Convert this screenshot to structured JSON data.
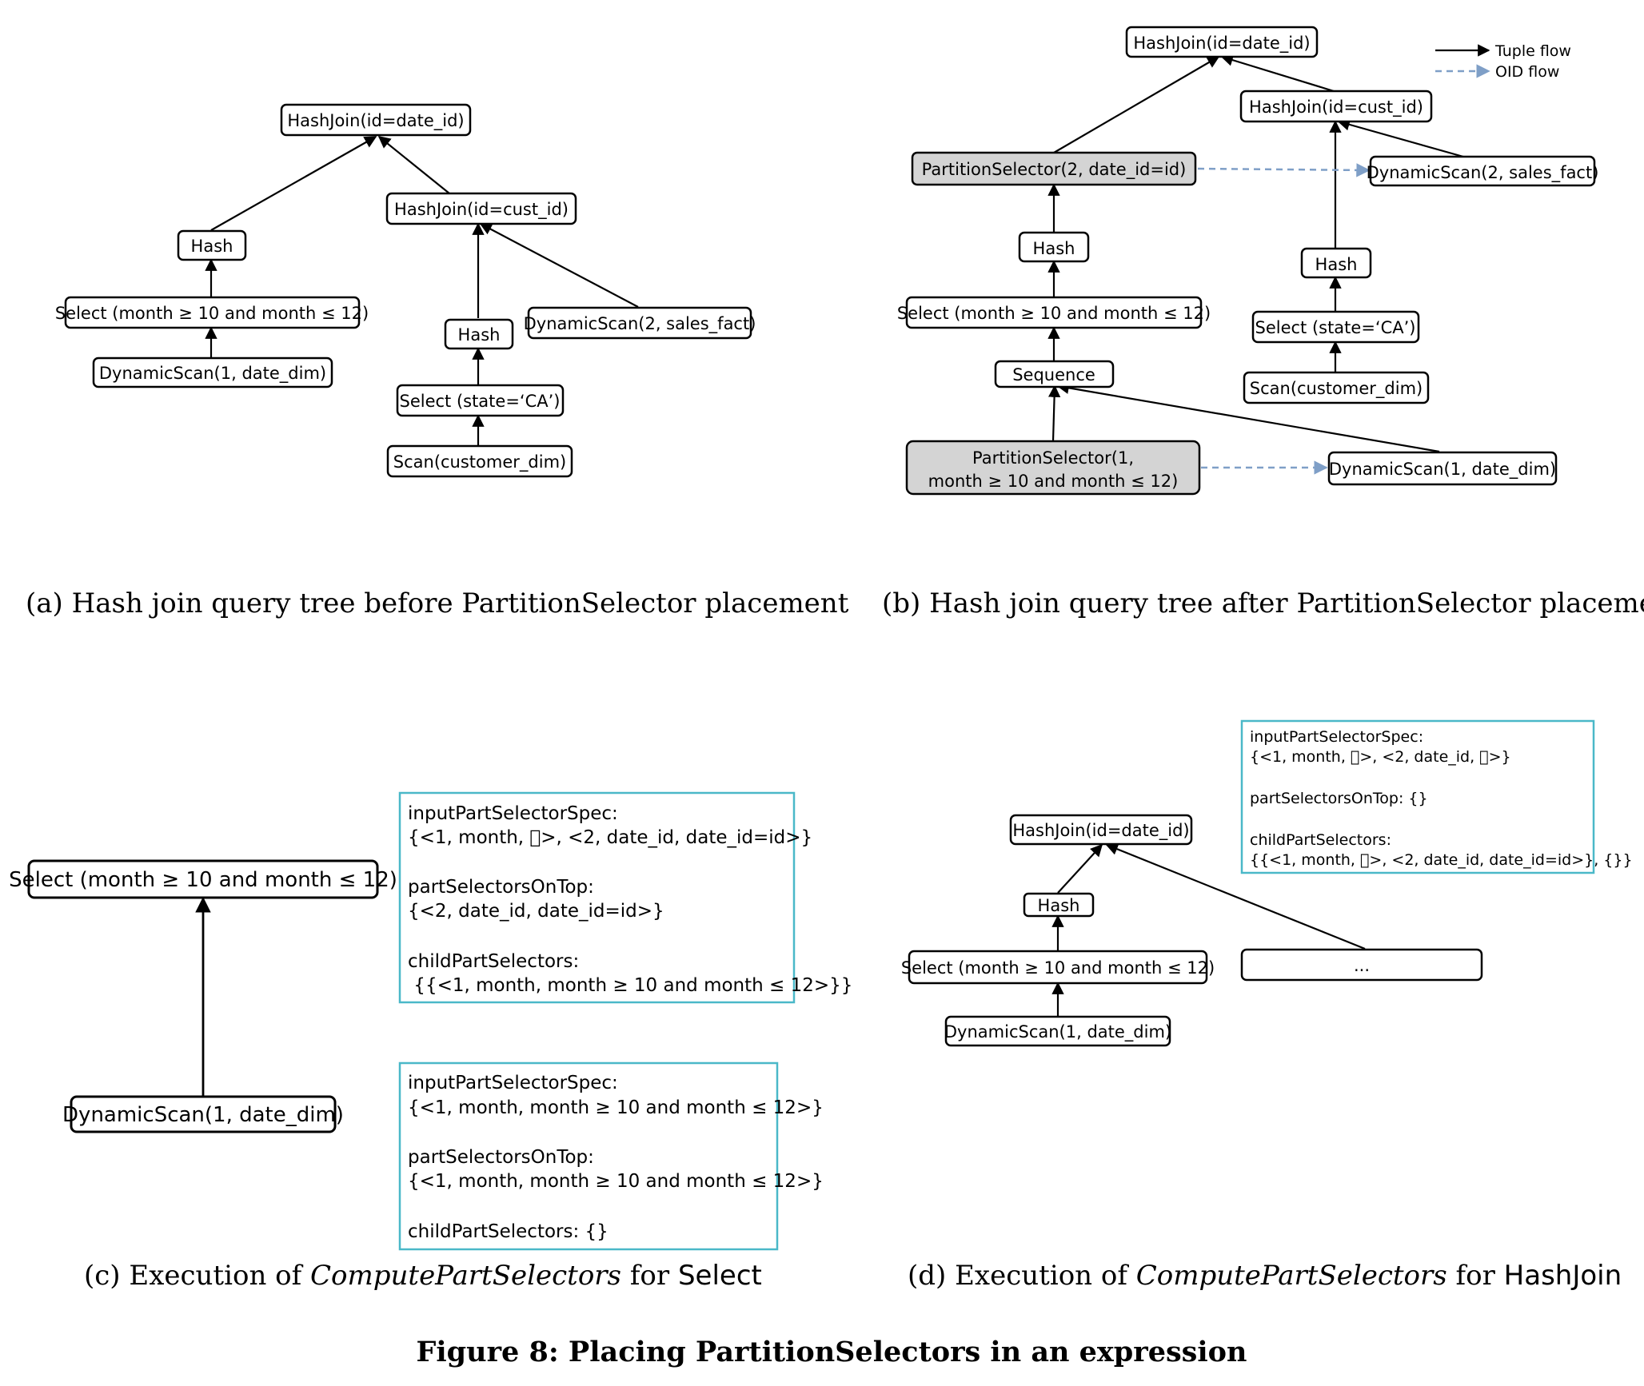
{
  "figure_title": "Figure 8: Placing PartitionSelectors in an expression",
  "legend": {
    "tuple_flow": "Tuple flow",
    "oid_flow": "OID flow"
  },
  "colors": {
    "edge": "#000000",
    "oid_flow": "#7f9fc7",
    "spec_border": "#4ab8c8",
    "highlight_fill": "#d4d4d4"
  },
  "panel_a": {
    "caption": "(a) Hash join query tree before PartitionSelector placement",
    "nodes": {
      "hashjoin_date": "HashJoin(id=date_id)",
      "hash": "Hash",
      "select_month": "Select (month ≥ 10 and month ≤ 12)",
      "dynscan_date": "DynamicScan(1, date_dim)",
      "hashjoin_cust": "HashJoin(id=cust_id)",
      "hash_cust": "Hash",
      "dynscan_sales": "DynamicScan(2, sales_fact)",
      "select_state": "Select (state=‘CA’)",
      "scan_customer": "Scan(customer_dim)"
    }
  },
  "panel_b": {
    "caption": "(b) Hash join query tree after PartitionSelector placement",
    "nodes": {
      "hashjoin_date": "HashJoin(id=date_id)",
      "hashjoin_cust": "HashJoin(id=cust_id)",
      "partsel_2": "PartitionSelector(2, date_id=id)",
      "dynscan_sales": "DynamicScan(2, sales_fact)",
      "hash": "Hash",
      "hash_cust": "Hash",
      "select_month": "Select (month ≥ 10 and month ≤ 12)",
      "select_state": "Select (state=‘CA’)",
      "sequence": "Sequence",
      "scan_customer": "Scan(customer_dim)",
      "partsel_1_line1": "PartitionSelector(1,",
      "partsel_1_line2": "month ≥ 10 and month ≤ 12)",
      "dynscan_date": "DynamicScan(1, date_dim)"
    }
  },
  "panel_c": {
    "caption_prefix": "(c) Execution of",
    "caption_italic": "ComputePartSelectors",
    "caption_suffix": "for",
    "caption_op": "Select",
    "nodes": {
      "select_month": "Select (month ≥ 10 and month ≤ 12)",
      "dynscan_date": "DynamicScan(1, date_dim)"
    },
    "spec_top": [
      "inputPartSelectorSpec:",
      "{<1, month, ⃠>, <2, date_id, date_id=id>}",
      "",
      "partSelectorsOnTop:",
      "{<2, date_id, date_id=id>}",
      "",
      "childPartSelectors:",
      " {{<1, month, month ≥ 10 and month ≤ 12>}}"
    ],
    "spec_bottom": [
      "inputPartSelectorSpec:",
      "{<1, month, month ≥ 10 and month ≤ 12>}",
      "",
      "partSelectorsOnTop:",
      "{<1, month, month ≥ 10 and month ≤ 12>}",
      "",
      "childPartSelectors: {}"
    ]
  },
  "panel_d": {
    "caption_prefix": "(d) Execution of",
    "caption_italic": "ComputePartSelectors",
    "caption_suffix": "for",
    "caption_op": "HashJoin",
    "nodes": {
      "hashjoin_date": "HashJoin(id=date_id)",
      "hash": "Hash",
      "select_month": "Select (month ≥ 10 and month ≤ 12)",
      "ellipsis": "...",
      "dynscan_date": "DynamicScan(1, date_dim)"
    },
    "spec": [
      "inputPartSelectorSpec:",
      "{<1, month, ⃠>, <2, date_id, ⃠>}",
      "",
      "partSelectorsOnTop: {}",
      "",
      "childPartSelectors:",
      "{{<1, month, ⃠>, <2, date_id, date_id=id>}, {}}"
    ]
  }
}
